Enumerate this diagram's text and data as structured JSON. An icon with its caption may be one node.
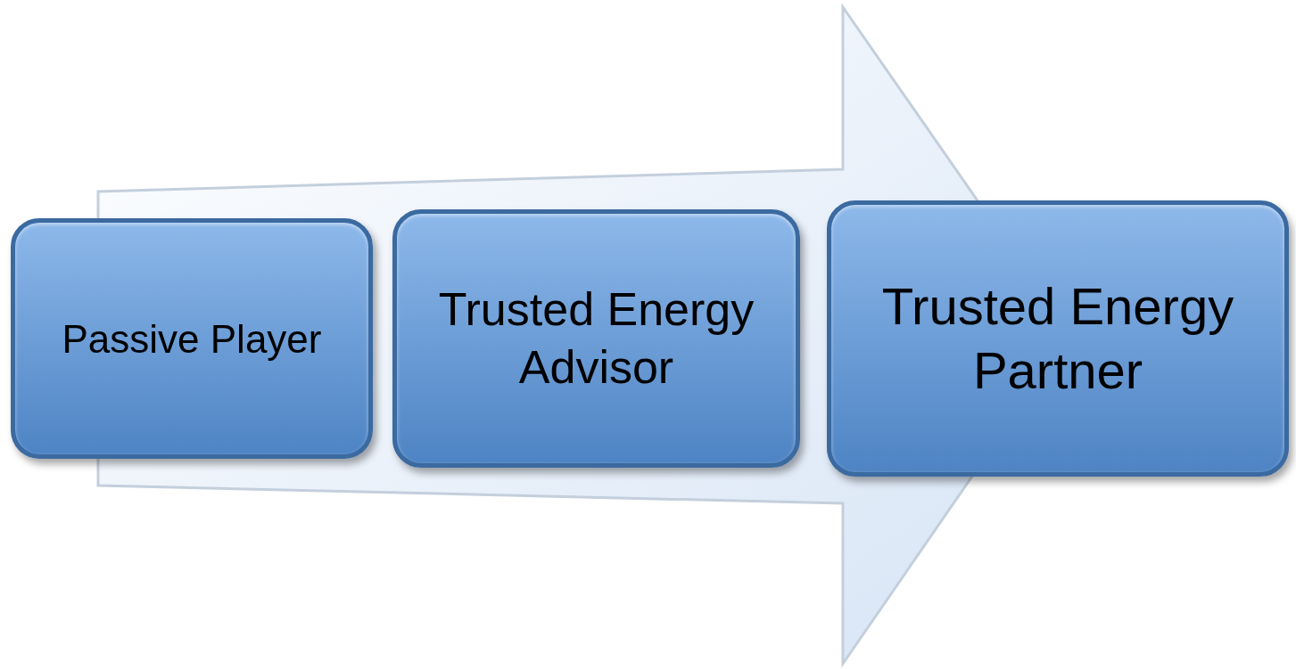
{
  "diagram": {
    "nodes": [
      {
        "text": [
          "Passive Player"
        ]
      },
      {
        "text": [
          "Trusted Energy Advisor"
        ]
      },
      {
        "text": [
          "Trusted Energy Partner"
        ]
      }
    ],
    "edges": [
      {
        "from": 0,
        "to": 2,
        "arrow": "to"
      }
    ]
  }
}
